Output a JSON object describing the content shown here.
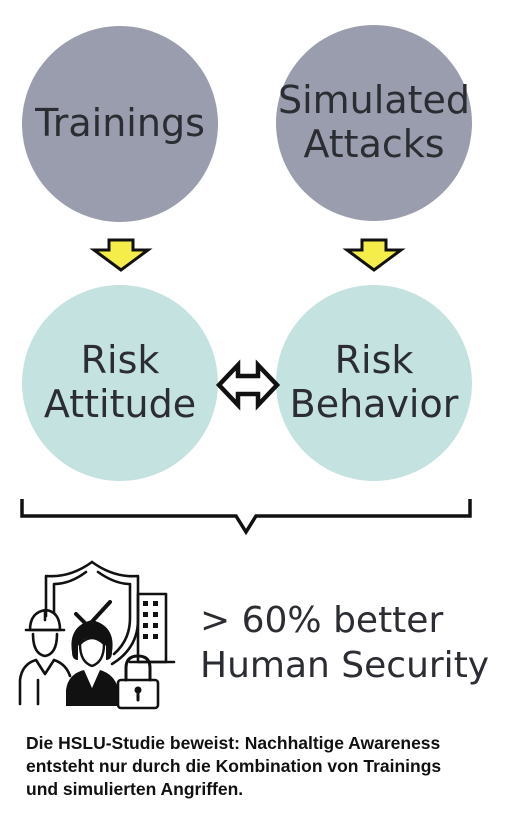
{
  "circles": {
    "trainings": "Trainings",
    "simulated_attacks": "Simulated\nAttacks",
    "risk_attitude": "Risk\nAttitude",
    "risk_behavior": "Risk\nBehavior"
  },
  "result_text": "> 60% better\nHuman Security",
  "caption": "Die HSLU-Studie beweist: Nachhaltige Awareness\nentsteht nur durch die Kombination von Trainings\nund simulierten Angriffen.",
  "colors": {
    "input_circle": "#9a9dad",
    "outcome_circle": "#c4e2e0",
    "arrow_fill": "#f5ee4a"
  },
  "icons": [
    "down-arrow-icon",
    "double-arrow-icon",
    "brace-icon",
    "human-security-icon"
  ]
}
